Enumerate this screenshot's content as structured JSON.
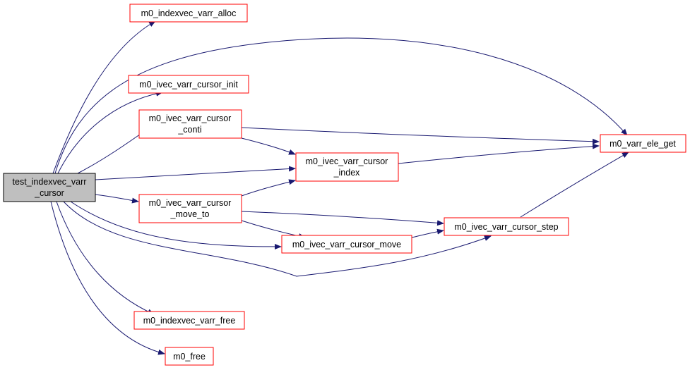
{
  "graph": {
    "root": {
      "line1": "test_indexvec_varr",
      "line2": "_cursor"
    },
    "nodes": {
      "alloc": "m0_indexvec_varr_alloc",
      "cursor_init": "m0_ivec_varr_cursor_init",
      "conti": {
        "line1": "m0_ivec_varr_cursor",
        "line2": "_conti"
      },
      "index": {
        "line1": "m0_ivec_varr_cursor",
        "line2": "_index"
      },
      "move_to": {
        "line1": "m0_ivec_varr_cursor",
        "line2": "_move_to"
      },
      "move": "m0_ivec_varr_cursor_move",
      "step": "m0_ivec_varr_cursor_step",
      "ele_get": "m0_varr_ele_get",
      "varr_free": "m0_indexvec_varr_free",
      "free": "m0_free"
    },
    "colors": {
      "root_fill": "#bfbfbf",
      "root_stroke": "#000000",
      "node_stroke": "#ff0000",
      "edge": "#191970"
    }
  }
}
